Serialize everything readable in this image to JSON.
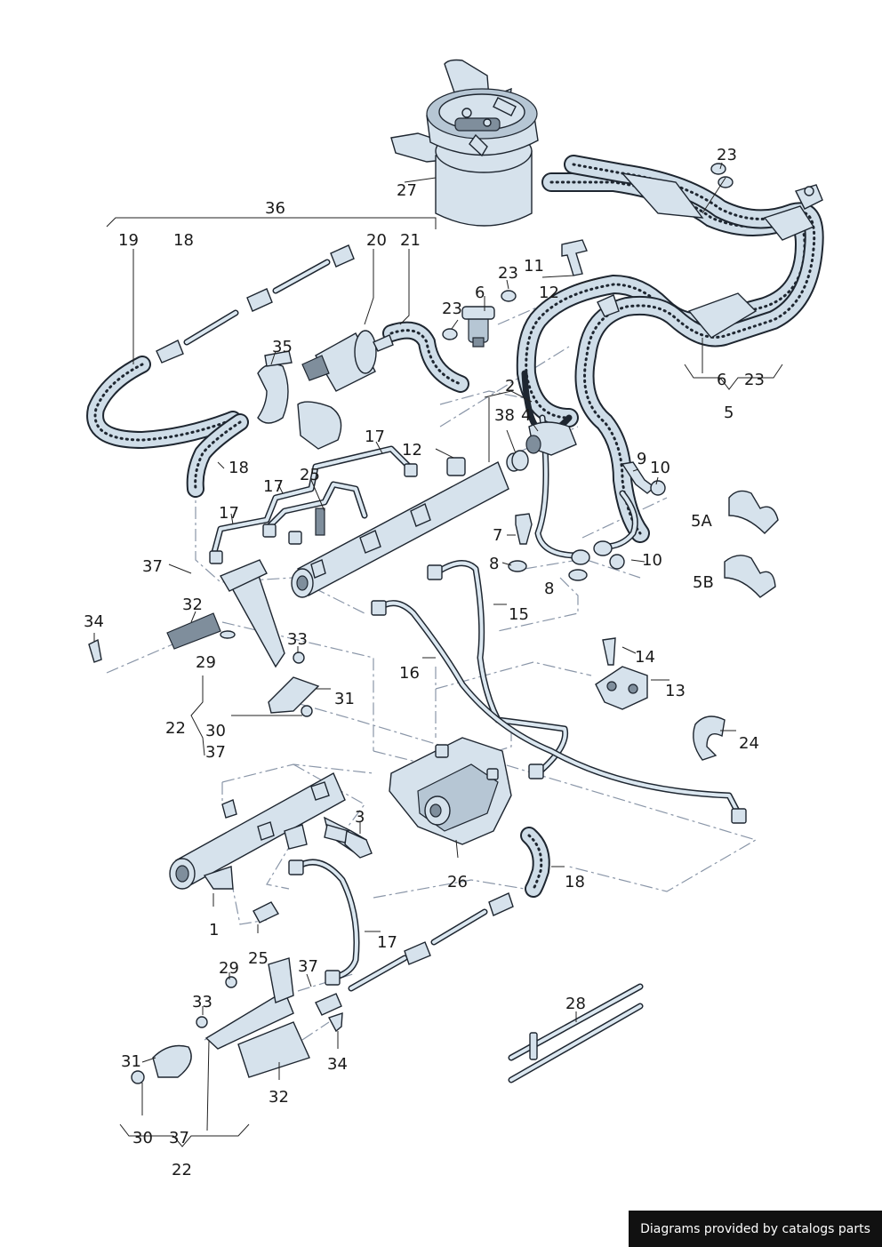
{
  "labels": {
    "l1": "1",
    "l2": "2",
    "l3": "3",
    "l4": "4",
    "l5": "5",
    "l5a": "5A",
    "l5b": "5B",
    "l6": "6",
    "l6b": "6",
    "l7": "7",
    "l8a": "8",
    "l8b": "8",
    "l9": "9",
    "l10a": "10",
    "l10b": "10",
    "l11": "11",
    "l12a": "12",
    "l12b": "12",
    "l13": "13",
    "l14": "14",
    "l15": "15",
    "l16": "16",
    "l17a": "17",
    "l17b": "17",
    "l17c": "17",
    "l17d": "17",
    "l18a": "18",
    "l18b": "18",
    "l18c": "18",
    "l19": "19",
    "l20": "20",
    "l21": "21",
    "l22a": "22",
    "l22b": "22",
    "l23a": "23",
    "l23b": "23",
    "l23c": "23",
    "l23d": "23",
    "l24": "24",
    "l25a": "25",
    "l25b": "25",
    "l26": "26",
    "l27": "27",
    "l28": "28",
    "l29a": "29",
    "l29b": "29",
    "l30a": "30",
    "l30b": "30",
    "l31a": "31",
    "l31b": "31",
    "l32a": "32",
    "l32b": "32",
    "l33a": "33",
    "l33b": "33",
    "l34a": "34",
    "l34b": "34",
    "l35": "35",
    "l36": "36",
    "l37a": "37",
    "l37b": "37",
    "l37c": "37",
    "l37d": "37",
    "l38": "38"
  },
  "footer": {
    "text": "Diagrams provided by catalogs parts"
  }
}
